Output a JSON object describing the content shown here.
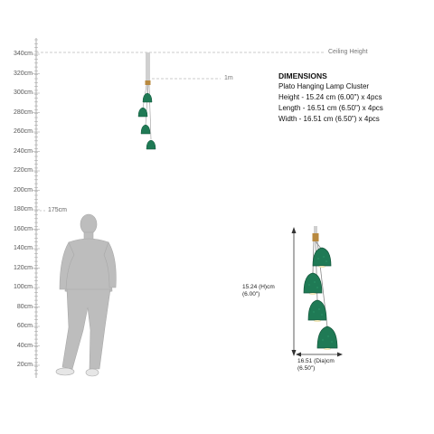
{
  "ruler": {
    "ticks": [
      "340cm",
      "320cm",
      "300cm",
      "280cm",
      "260cm",
      "240cm",
      "220cm",
      "200cm",
      "180cm",
      "160cm",
      "140cm",
      "120cm",
      "100cm",
      "80cm",
      "60cm",
      "40cm",
      "20cm"
    ]
  },
  "labels": {
    "ceiling": "Ceiling Height",
    "drop": "1m",
    "person_height": "175cm"
  },
  "dimensions": {
    "title": "DIMENSIONS",
    "product": "Plato Hanging Lamp Cluster",
    "height": "Height - 15.24 cm (6.00\") x 4pcs",
    "length": "Length - 16.51 cm (6.50\") x 4pcs",
    "width": "Width - 16.51 cm (6.50\") x 4pcs"
  },
  "annotations": {
    "height_cm": "15.24 (H)cm",
    "height_in": "(6.00\")",
    "dia_cm": "16.51 (Dia)cm",
    "dia_in": "(6.50\")"
  },
  "colors": {
    "shade": "#1f7a55",
    "shade_dark": "#15573c",
    "brass": "#b8893f",
    "cord": "#b0b0b0",
    "person": "#bdbdbd"
  }
}
